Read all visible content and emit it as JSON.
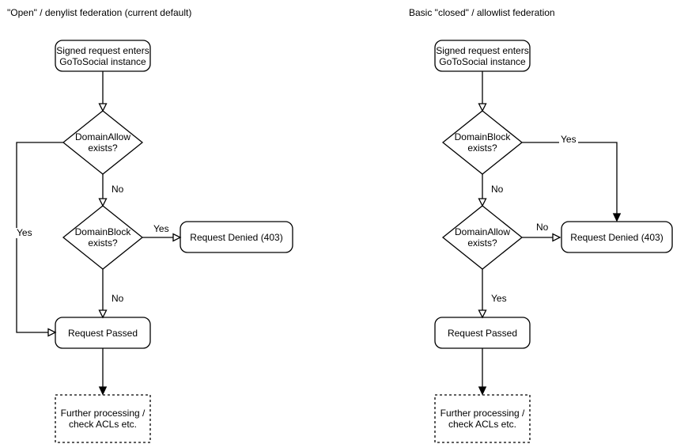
{
  "page": {
    "background_color": "#ffffff",
    "stroke_color": "#000000",
    "text_color": "#000000"
  },
  "left_chart": {
    "title": "\"Open\" / denylist federation (current default)",
    "nodes": {
      "start": "Signed request enters\nGoToSocial instance",
      "domain_allow": "DomainAllow\nexists?",
      "domain_block": "DomainBlock\nexists?",
      "request_denied": "Request Denied (403)",
      "request_passed": "Request Passed",
      "further_processing": "Further processing /\ncheck ACLs etc."
    },
    "edge_labels": {
      "domain_allow_no": "No",
      "domain_allow_yes": "Yes",
      "domain_block_yes": "Yes",
      "domain_block_no": "No"
    }
  },
  "right_chart": {
    "title": "Basic \"closed\" / allowlist federation",
    "nodes": {
      "start": "Signed request enters\nGoToSocial instance",
      "domain_block": "DomainBlock\nexists?",
      "domain_allow": "DomainAllow\nexists?",
      "request_denied": "Request Denied (403)",
      "request_passed": "Request Passed",
      "further_processing": "Further processing /\ncheck ACLs etc."
    },
    "edge_labels": {
      "domain_block_yes": "Yes",
      "domain_block_no": "No",
      "domain_allow_no": "No",
      "domain_allow_yes": "Yes"
    }
  }
}
